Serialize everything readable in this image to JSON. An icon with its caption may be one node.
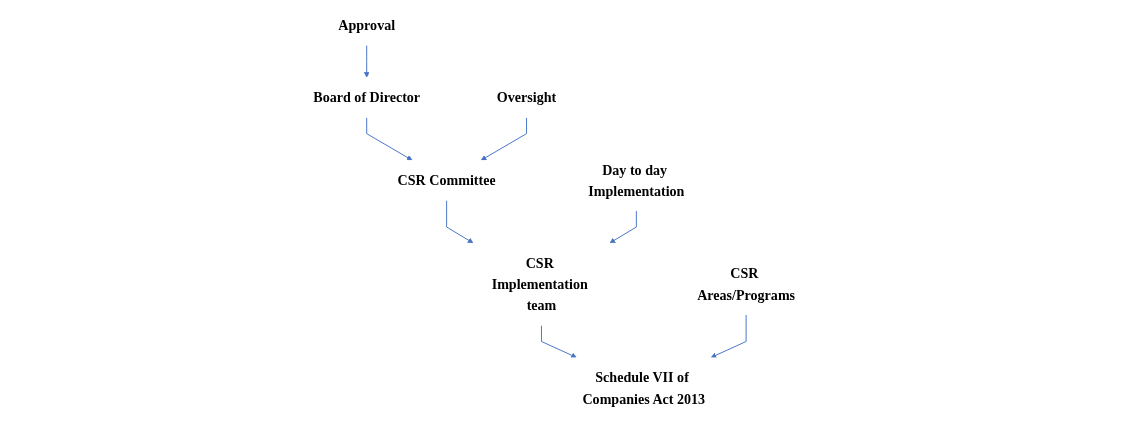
{
  "diagram": {
    "nodes": [
      {
        "text": [
          "Approval"
        ]
      },
      {
        "text": [
          "Board of Director"
        ]
      },
      {
        "text": [
          "Oversight"
        ]
      },
      {
        "text": [
          "CSR Committee"
        ]
      },
      {
        "text": [
          "Day to day Implementation"
        ]
      },
      {
        "text": [
          "CSR Implementation team"
        ]
      },
      {
        "text": [
          "CSR Areas/Programs"
        ]
      },
      {
        "text": [
          "Schedule VII of Companies Act 2013"
        ]
      }
    ],
    "edges": [
      {
        "from": 0,
        "to": 1,
        "arrow": "to"
      },
      {
        "from": 1,
        "to": 3,
        "arrow": "to"
      },
      {
        "from": 2,
        "to": 3,
        "arrow": "to"
      },
      {
        "from": 3,
        "to": 5,
        "arrow": "to"
      },
      {
        "from": 4,
        "to": 5,
        "arrow": "to"
      },
      {
        "from": 5,
        "to": 7,
        "arrow": "to"
      },
      {
        "from": 6,
        "to": 7,
        "arrow": "to"
      }
    ]
  }
}
